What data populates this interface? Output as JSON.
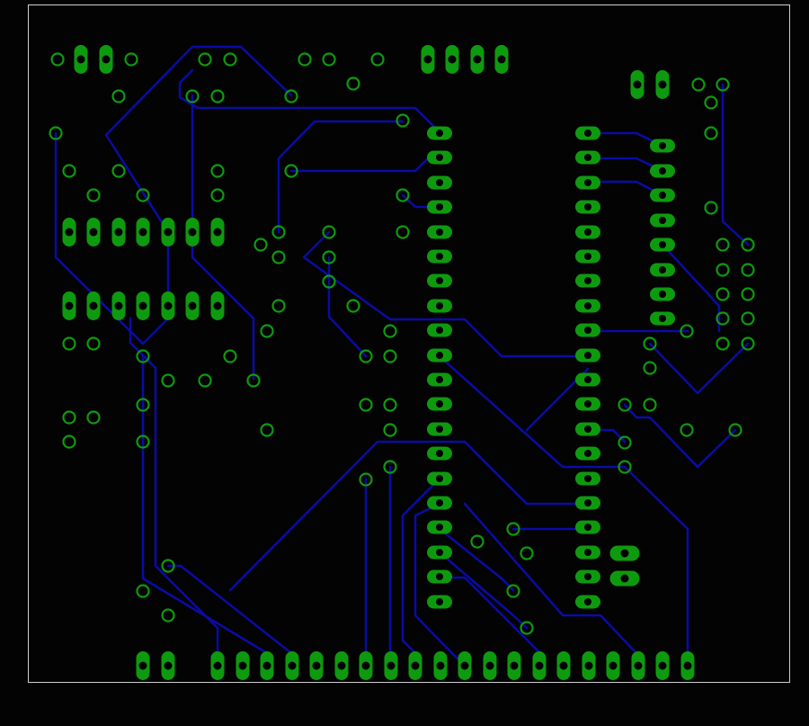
{
  "colors": {
    "background": "#030303",
    "outline": "#cfcfcf",
    "trace": "#0b0ba6",
    "pad": "#0e9a0e",
    "drill": "#000000"
  },
  "layers": [
    "board-outline",
    "bottom-copper-traces",
    "pads"
  ]
}
